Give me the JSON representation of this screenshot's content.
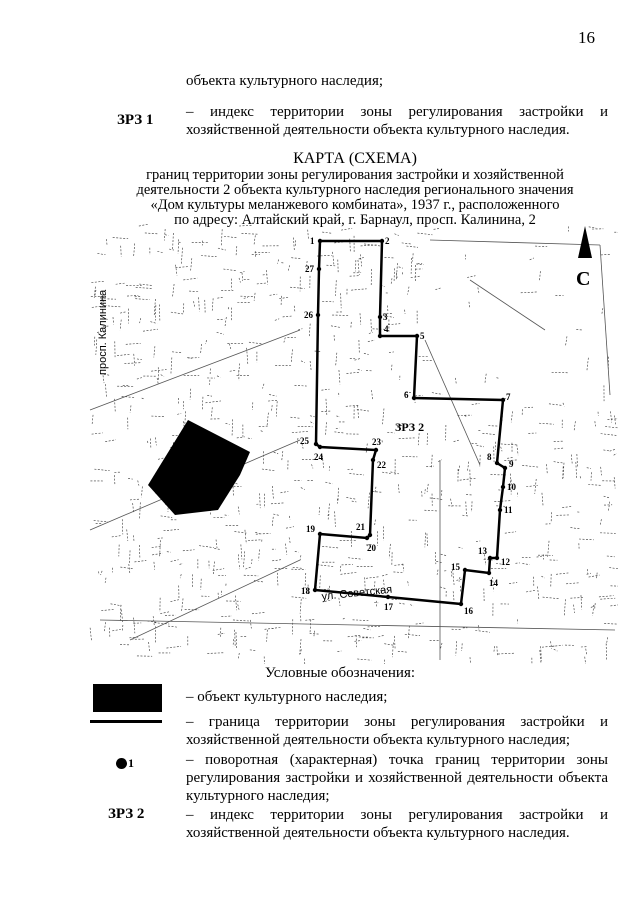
{
  "page_number": "16",
  "intro": {
    "continuation": "объекта культурного наследия;",
    "zrz1_label": "ЗРЗ 1",
    "zrz1_text": "– индекс территории зоны регулирования застройки и хозяйственной деятельности объекта культурного наследия."
  },
  "map_title": {
    "heading": "КАРТА (СХЕМА)",
    "line1": "границ территории зоны регулирования застройки и хозяйственной",
    "line2": "деятельности 2 объекта культурного наследия регионального значения",
    "line3": "«Дом культуры меланжевого комбината», 1937 г., расположенного",
    "line4": "по адресу: Алтайский край, г. Барнаул, просп. Калинина, 2"
  },
  "map": {
    "street_1": "просп. Калинина",
    "street_2": "ул. Советская",
    "zone_label": "ЗРЗ 2",
    "north_label": "С",
    "point_labels": [
      "1",
      "2",
      "3",
      "4",
      "5",
      "6",
      "7",
      "8",
      "9",
      "10",
      "11",
      "12",
      "13",
      "14",
      "15",
      "16",
      "17",
      "18",
      "19",
      "20",
      "21",
      "22",
      "23",
      "24",
      "25",
      "26",
      "27"
    ]
  },
  "legend": {
    "title": "Условные обозначения:",
    "items": [
      {
        "symbol": "black-rectangle",
        "text": "– объект культурного наследия;"
      },
      {
        "symbol": "thick-line",
        "text": "– граница территории зоны регулирования застройки и хозяйственной деятельности объекта культурного наследия;"
      },
      {
        "symbol": "point",
        "symbol_label": "1",
        "text": "– поворотная (характерная) точка границ территории зоны регулирования застройки и хозяйственной деятельности объекта культурного наследия;"
      },
      {
        "symbol": "index",
        "symbol_label": "ЗРЗ 2",
        "text": "– индекс территории зоны регулирования застройки и хозяйственной деятельности объекта культурного наследия."
      }
    ]
  }
}
